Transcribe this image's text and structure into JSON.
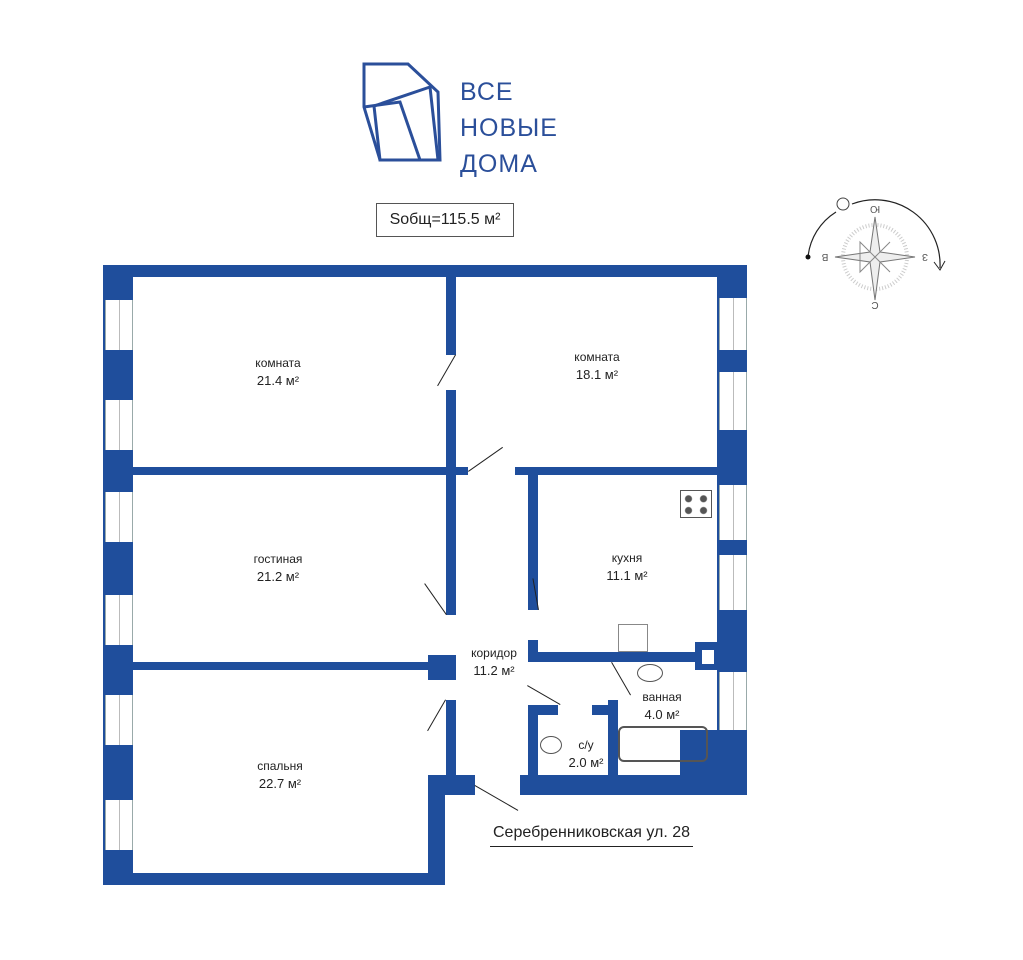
{
  "logo": {
    "line1": "ВСЕ",
    "line2": "НОВЫЕ",
    "line3": "ДОМА"
  },
  "total_area": "Sобщ=115.5 м²",
  "address": "Серебренниковская ул. 28",
  "compass": {
    "north": "Ю",
    "south": "С",
    "east": "З",
    "west": "В"
  },
  "rooms": [
    {
      "name": "комната",
      "area": "21.4 м²"
    },
    {
      "name": "комната",
      "area": "18.1 м²"
    },
    {
      "name": "гостиная",
      "area": "21.2 м²"
    },
    {
      "name": "кухня",
      "area": "11.1 м²"
    },
    {
      "name": "коридор",
      "area": "11.2 м²"
    },
    {
      "name": "ванная",
      "area": "4.0 м²"
    },
    {
      "name": "с/у",
      "area": "2.0 м²"
    },
    {
      "name": "спальня",
      "area": "22.7 м²"
    }
  ],
  "colors": {
    "wall": "#1f4e9c"
  }
}
